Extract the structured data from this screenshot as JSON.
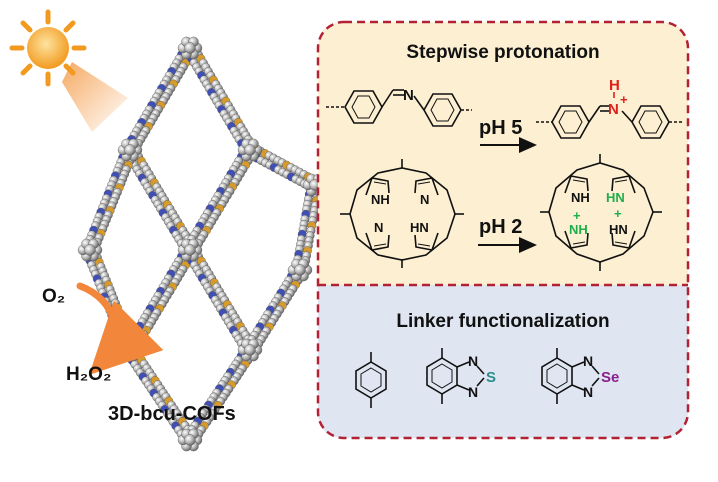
{
  "cof_label": "3D-bcu-COFs",
  "o2_label": "O₂",
  "h2o2_label": "H₂O₂",
  "panel_top": {
    "title": "Stepwise protonation",
    "step1_condition": "pH 5",
    "step2_condition": "pH 2",
    "imine_n": "N",
    "iminium_h": "H",
    "iminium_n": "N",
    "iminium_charge": "+",
    "porphyrin_nh_upper": "NH",
    "porphyrin_n_left": "N",
    "porphyrin_n_upper_right": "N",
    "porphyrin_hn_lower": "HN",
    "proto_nh_upper": "NH",
    "proto_hn_right": "HN",
    "proto_nh_left": "NH",
    "proto_hn_lower": "HN",
    "proto_charge": "+"
  },
  "panel_bottom": {
    "title": "Linker functionalization",
    "btd_n_top": "N",
    "btd_n_bottom": "N",
    "btd_s": "S",
    "bsd_n_top": "N",
    "bsd_n_bottom": "N",
    "bsd_se": "Se"
  },
  "colors": {
    "panel_top_bg": "#fcefd2",
    "panel_bottom_bg": "#dfe6f2",
    "border": "#b22234",
    "proton_red": "#e0201b",
    "proton_green": "#1fae4b",
    "sulfur_teal": "#2c8c8c",
    "selenium_purple": "#8a1f8c",
    "sun": "#f29a1f",
    "arrow_orange": "#f2863a"
  }
}
